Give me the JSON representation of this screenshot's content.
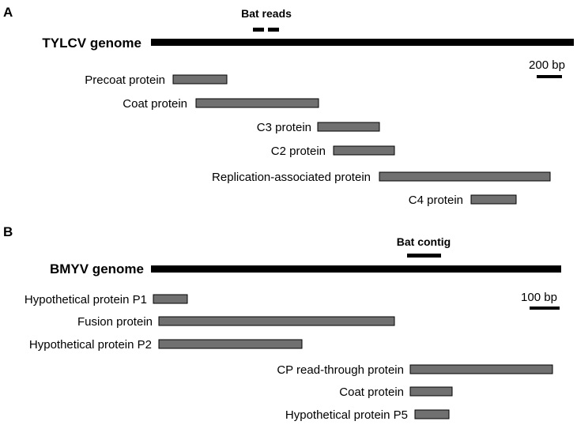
{
  "colors": {
    "genome": "#000000",
    "gene_fill": "#707070",
    "gene_stroke": "#000000",
    "text": "#000000"
  },
  "panels": [
    {
      "letter": "A",
      "genome_label": "TYLCV genome",
      "scale_bar_label": "200 bp",
      "marker_label": "Bat reads",
      "genes": [
        {
          "label": "Precoat protein"
        },
        {
          "label": "Coat protein"
        },
        {
          "label": "C3 protein"
        },
        {
          "label": "C2 protein"
        },
        {
          "label": "Replication-associated protein"
        },
        {
          "label": "C4 protein"
        }
      ]
    },
    {
      "letter": "B",
      "genome_label": "BMYV genome",
      "scale_bar_label": "100 bp",
      "marker_label": "Bat contig",
      "genes": [
        {
          "label": "Hypothetical protein P1"
        },
        {
          "label": "Fusion protein"
        },
        {
          "label": "Hypothetical protein P2"
        },
        {
          "label": "CP read-through protein"
        },
        {
          "label": "Coat protein"
        },
        {
          "label": "Hypothetical protein P5"
        }
      ]
    }
  ]
}
